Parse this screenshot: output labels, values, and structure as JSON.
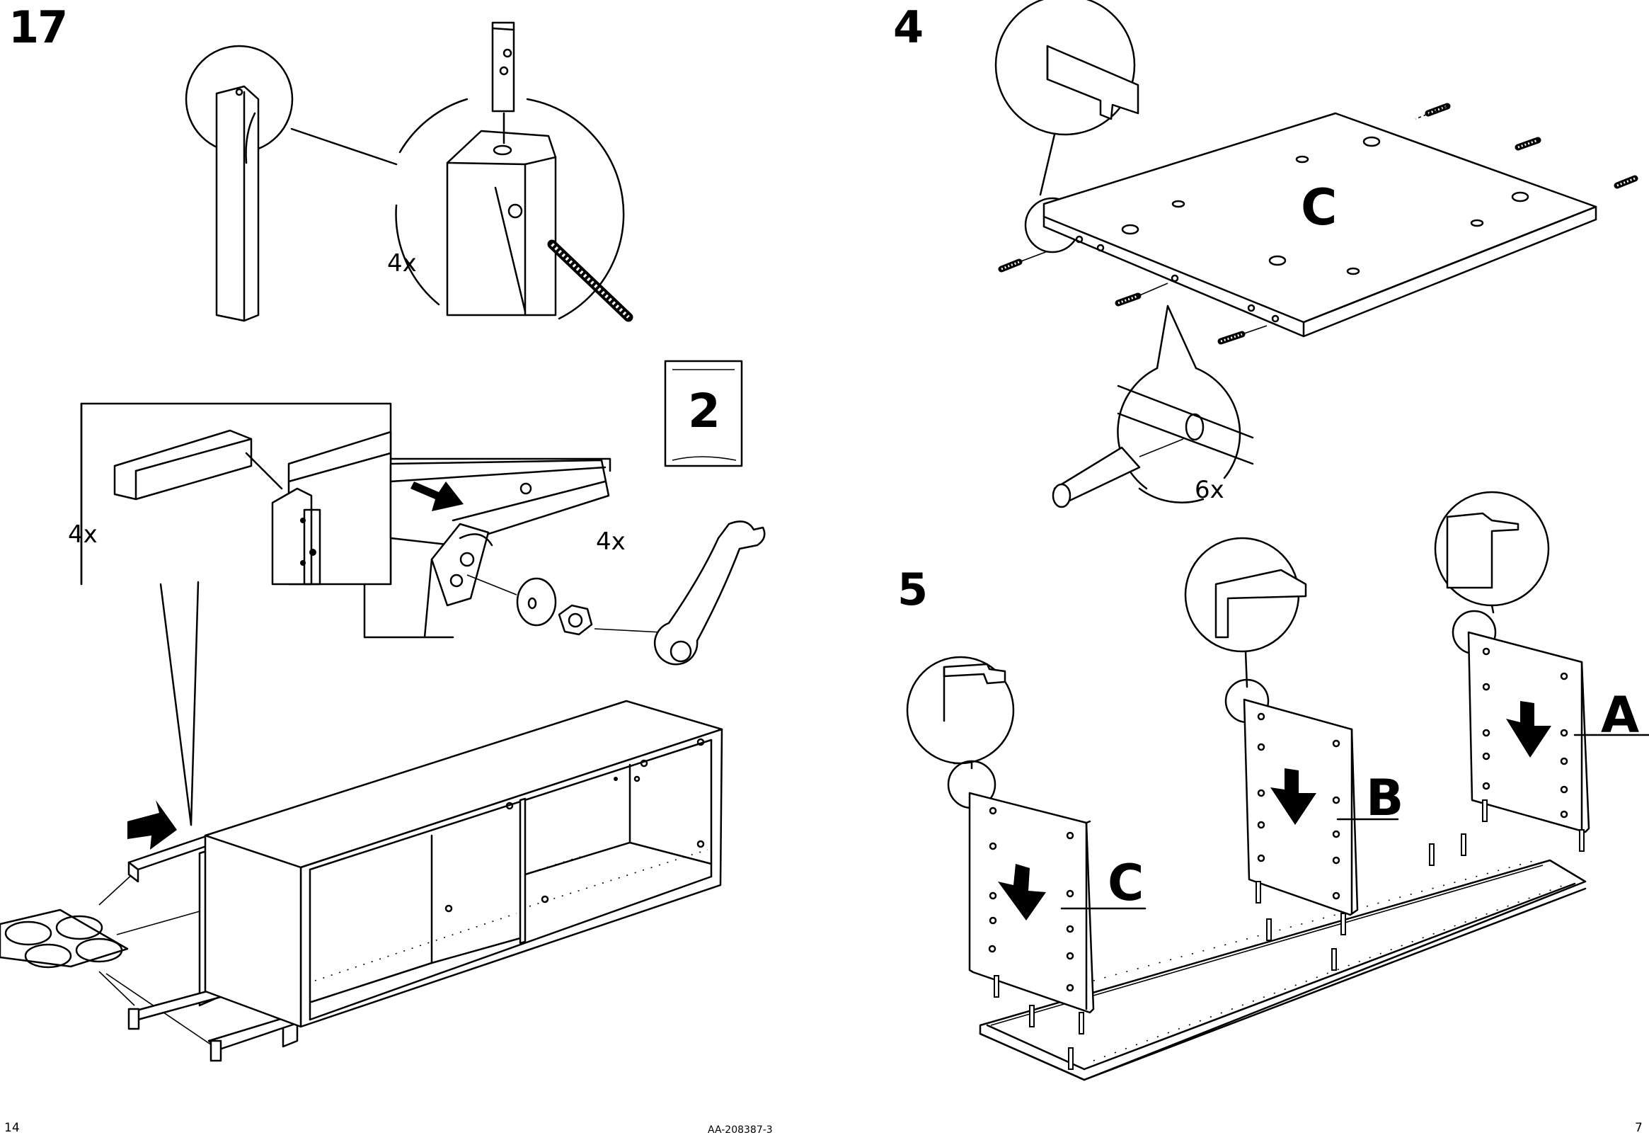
{
  "left_page": {
    "step": "17",
    "leg_qty": "4x",
    "pad_qty": "4x",
    "bolt_qty": "4x",
    "bag_number": "2"
  },
  "right_page": {
    "step_a": "4",
    "step_a_panel": "C",
    "dowel_qty": "6x",
    "step_b": "5",
    "panel_c": "C",
    "panel_b": "B",
    "panel_a": "A"
  },
  "footer": {
    "left_page_number": "14",
    "doc_code": "AA-208387-3",
    "right_page_number": "7"
  }
}
